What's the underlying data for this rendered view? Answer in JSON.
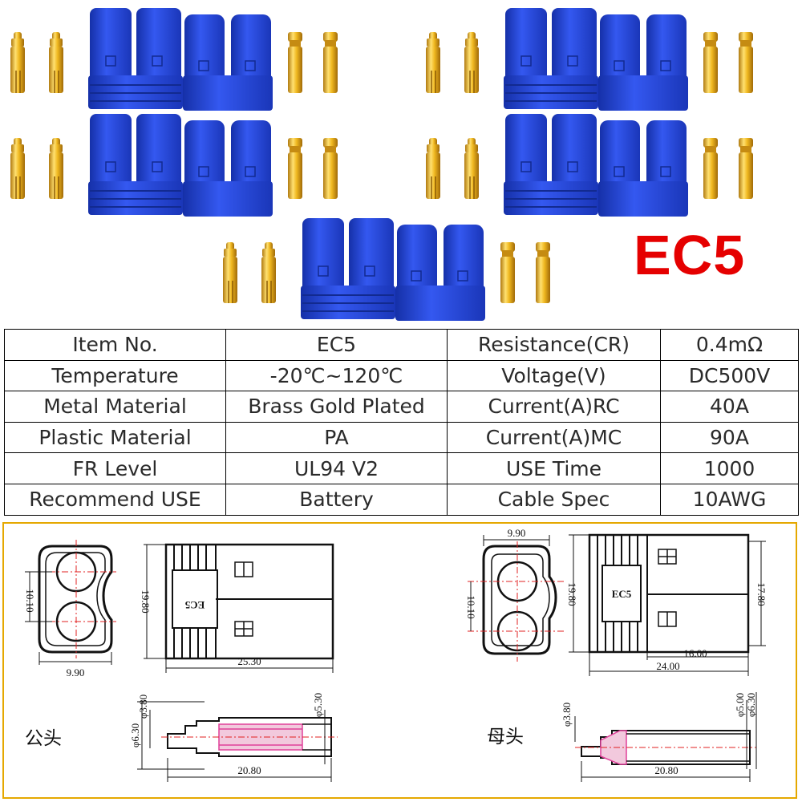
{
  "title": "EC5",
  "colors": {
    "connector_blue": "#1f3fd0",
    "pin_gold": "#e8b520",
    "title_red": "#e50000",
    "panel_border": "#e5a800",
    "hatch_pink": "#e0409a"
  },
  "spec_table": [
    [
      "Item No.",
      "EC5",
      "Resistance(CR)",
      "0.4mΩ"
    ],
    [
      "Temperature",
      "-20℃~120℃",
      "Voltage(V)",
      "DC500V"
    ],
    [
      "Metal Material",
      "Brass Gold Plated",
      "Current(A)RC",
      "40A"
    ],
    [
      "Plastic Material",
      "PA",
      "Current(A)MC",
      "90A"
    ],
    [
      "FR Level",
      "UL94 V2",
      "USE Time",
      "1000"
    ],
    [
      "Recommend USE",
      "Battery",
      "Cable Spec",
      "10AWG"
    ]
  ],
  "drawing": {
    "male": {
      "caption": "公头",
      "front": {
        "height": "10.10",
        "width": "9.90"
      },
      "side": {
        "height": "19.80",
        "length": "25.30",
        "mark": "EC5"
      },
      "pin": {
        "d1": "φ3.80",
        "d2": "φ5.30",
        "d3": "φ6.30",
        "length": "20.80"
      }
    },
    "female": {
      "caption": "母头",
      "front": {
        "height": "10.10",
        "width": "9.90"
      },
      "side": {
        "height": "19.80",
        "height2": "17.80",
        "inner": "16.00",
        "length": "24.00",
        "mark": "EC5"
      },
      "pin": {
        "d1": "φ3.80",
        "d2": "φ5.00",
        "d3": "φ6.30",
        "length": "20.80"
      }
    }
  }
}
